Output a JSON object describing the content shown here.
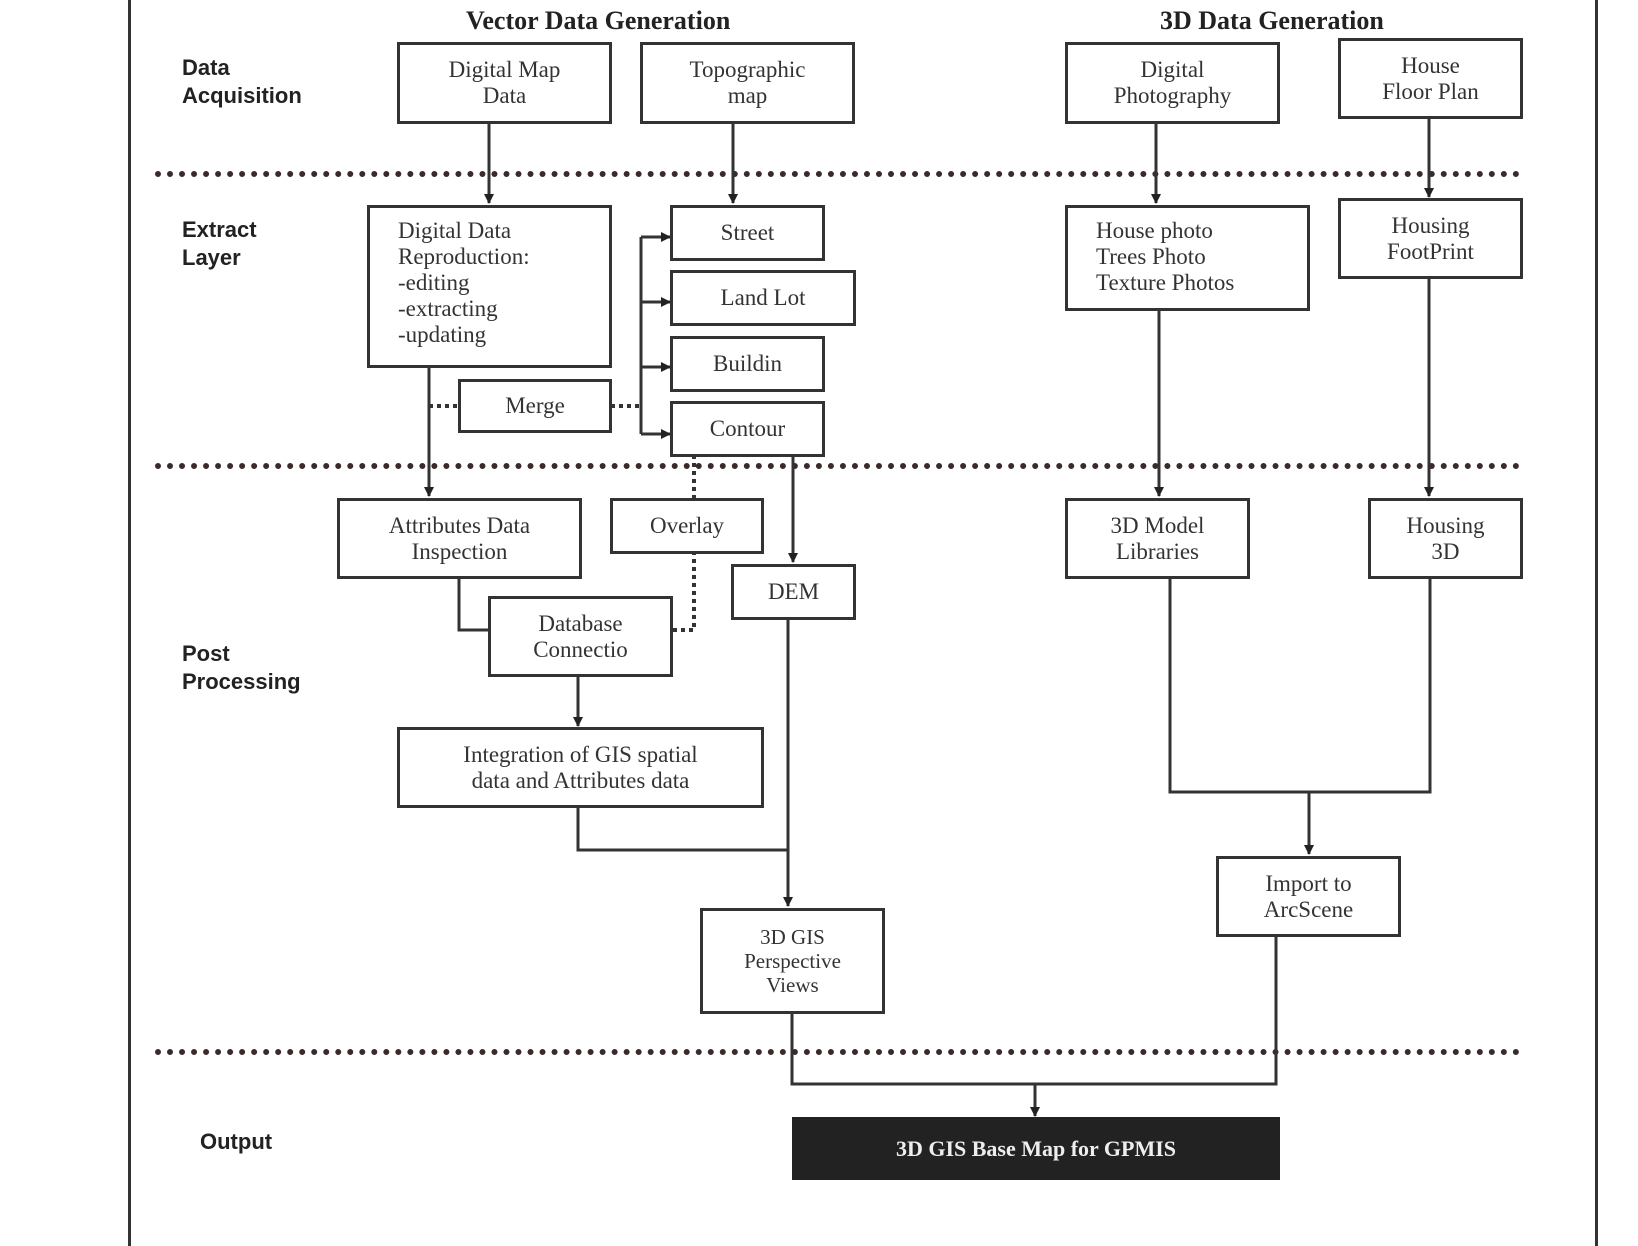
{
  "columns": {
    "vector": "Vector Data Generation",
    "threed": "3D Data Generation"
  },
  "stages": {
    "acquisition": "Data\nAcquisition",
    "extract": "Extract\nLayer",
    "post": "Post\nProcessing",
    "output": "Output"
  },
  "nodes": {
    "digital_map_data": "Digital Map\nData",
    "topographic_map": "Topographic\nmap",
    "digital_photography": "Digital\nPhotography",
    "house_floor_plan": "House\nFloor Plan",
    "digital_data_reproduction": "Digital Data\nReproduction:\n-editing\n-extracting\n-updating",
    "street": "Street",
    "land_lot": "Land Lot",
    "buildin": "Buildin",
    "contour": "Contour",
    "merge": "Merge",
    "house_photos": "House photo\nTrees Photo\nTexture Photos",
    "housing_footprint": "Housing\nFootPrint",
    "attributes_inspection": "Attributes Data\nInspection",
    "overlay": "Overlay",
    "dem": "DEM",
    "database_connection": "Database\nConnectio",
    "integration": "Integration of GIS spatial\ndata and Attributes data",
    "model_libraries": "3D Model\nLibraries",
    "housing_3d": "Housing\n3D",
    "import_arcscene": "Import to\nArcScene",
    "perspective_views": "3D GIS\nPerspective\nViews",
    "base_map": "3D GIS Base Map for GPMIS"
  },
  "colors": {
    "line": "#333333",
    "separator": "#3a2a2a",
    "output_fill": "#222222"
  }
}
